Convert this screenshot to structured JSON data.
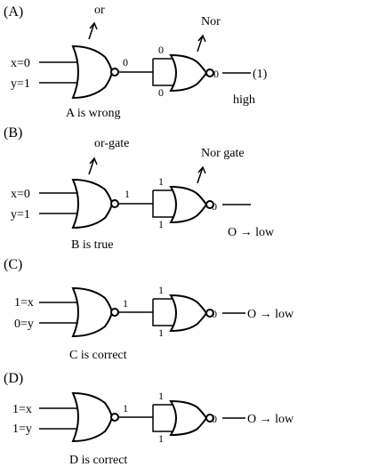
{
  "panels": [
    {
      "label": "(A)",
      "gate1_name": "or",
      "gate2_name": "Nor",
      "in_top": "x=0",
      "in_bottom": "y=1",
      "mid_out": "0",
      "gate2_in_top": "0",
      "gate2_in_bottom": "0",
      "bubble_out": "0",
      "result": "(1)",
      "result_word": "high",
      "verdict": "A is wrong"
    },
    {
      "label": "(B)",
      "gate1_name": "or-gate",
      "gate2_name": "Nor gate",
      "in_top": "x=0",
      "in_bottom": "y=1",
      "mid_out": "1",
      "gate2_in_top": "1",
      "gate2_in_bottom": "1",
      "bubble_out": "0",
      "result": "O → low",
      "verdict": "B is true"
    },
    {
      "label": "(C)",
      "in_top": "1=x",
      "in_bottom": "0=y",
      "mid_out": "1",
      "gate2_in_top": "1",
      "gate2_in_bottom": "1",
      "bubble_out": "0",
      "result": "O → low",
      "verdict": "C is correct"
    },
    {
      "label": "(D)",
      "in_top": "1=x",
      "in_bottom": "1=y",
      "mid_out": "1",
      "gate2_in_top": "1",
      "gate2_in_bottom": "1",
      "bubble_out": "0",
      "result": "O → low",
      "verdict": "D is correct"
    }
  ]
}
